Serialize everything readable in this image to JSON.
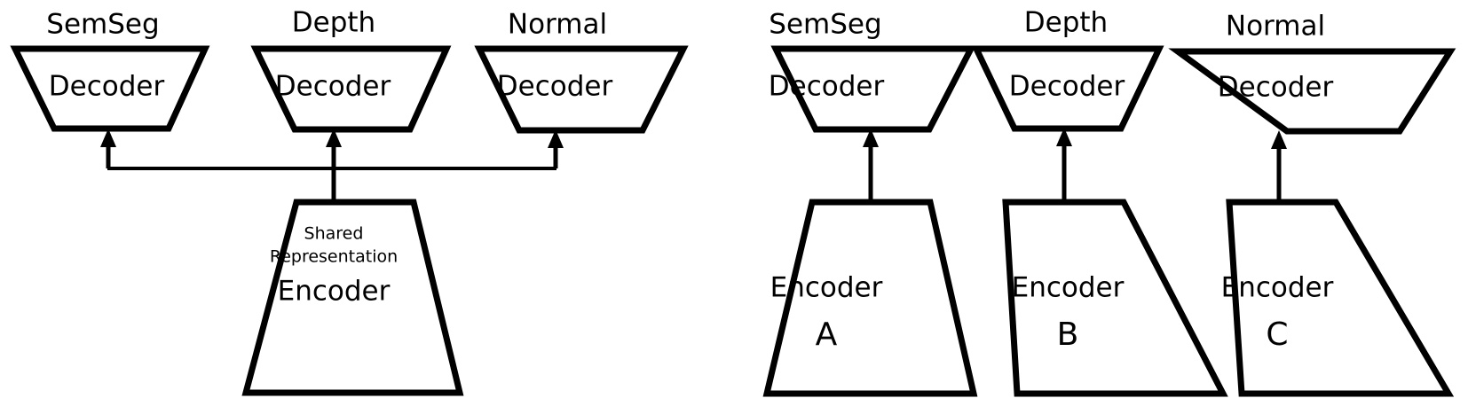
{
  "figure": {
    "title": "Multi-task architectures: shared encoder vs. separate encoders",
    "background_color": "#ffffff",
    "stroke_color": "#000000"
  },
  "left_panel": {
    "name": "shared-encoder-multitask",
    "task_labels": [
      {
        "id": "semseg",
        "text": "SemSeg"
      },
      {
        "id": "depth",
        "text": "Depth"
      },
      {
        "id": "normal",
        "text": "Normal"
      }
    ],
    "decoders": [
      {
        "id": "semseg-decoder",
        "text": "Decoder"
      },
      {
        "id": "depth-decoder",
        "text": "Decoder"
      },
      {
        "id": "normal-decoder",
        "text": "Decoder"
      }
    ],
    "encoder": {
      "id": "shared-encoder",
      "caption_line1": "Shared",
      "caption_line2": "Representation",
      "text": "Encoder"
    }
  },
  "right_panel": {
    "name": "separate-encoders-singletask",
    "task_labels": [
      {
        "id": "semseg",
        "text": "SemSeg"
      },
      {
        "id": "depth",
        "text": "Depth"
      },
      {
        "id": "normal",
        "text": "Normal"
      }
    ],
    "decoders": [
      {
        "id": "semseg-decoder",
        "text": "Decoder"
      },
      {
        "id": "depth-decoder",
        "text": "Decoder"
      },
      {
        "id": "normal-decoder",
        "text": "Decoder"
      }
    ],
    "encoders": [
      {
        "id": "encoder-a",
        "text": "Encoder",
        "letter": "A"
      },
      {
        "id": "encoder-b",
        "text": "Encoder",
        "letter": "B"
      },
      {
        "id": "encoder-c",
        "text": "Encoder",
        "letter": "C"
      }
    ]
  }
}
